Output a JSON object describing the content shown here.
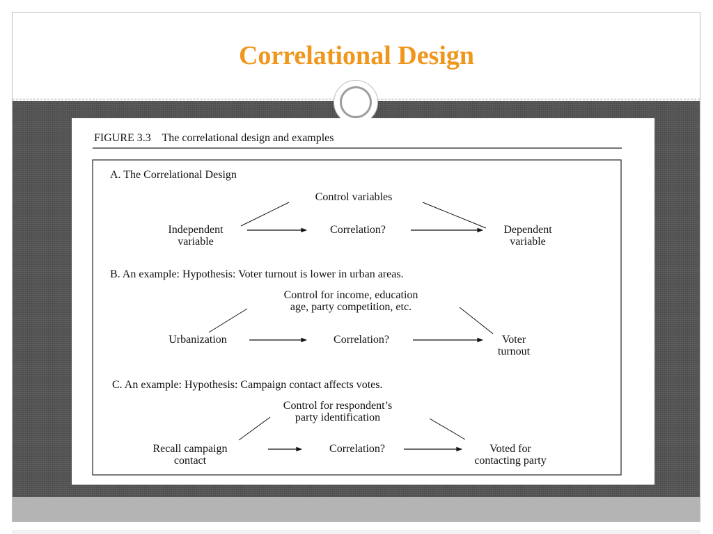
{
  "slide": {
    "title": "Correlational Design",
    "accent_color": "#f0961c",
    "band_color": "#555555"
  },
  "figure": {
    "caption": "FIGURE 3.3    The correlational design and examples",
    "sections": [
      {
        "heading": "A. The Correlational Design",
        "control": [
          "Control variables"
        ],
        "left": [
          "Independent",
          "variable"
        ],
        "middle": "Correlation?",
        "right": [
          "Dependent",
          "variable"
        ]
      },
      {
        "heading": "B. An example: Hypothesis: Voter turnout is lower in urban areas.",
        "control": [
          "Control for income, education",
          "age, party competition, etc."
        ],
        "left": [
          "Urbanization"
        ],
        "middle": "Correlation?",
        "right": [
          "Voter",
          "turnout"
        ]
      },
      {
        "heading": "C. An example: Hypothesis: Campaign contact affects votes.",
        "control": [
          "Control for respondent’s",
          "party identification"
        ],
        "left": [
          "Recall campaign",
          "contact"
        ],
        "middle": "Correlation?",
        "right": [
          "Voted for",
          "contacting party"
        ]
      }
    ]
  }
}
